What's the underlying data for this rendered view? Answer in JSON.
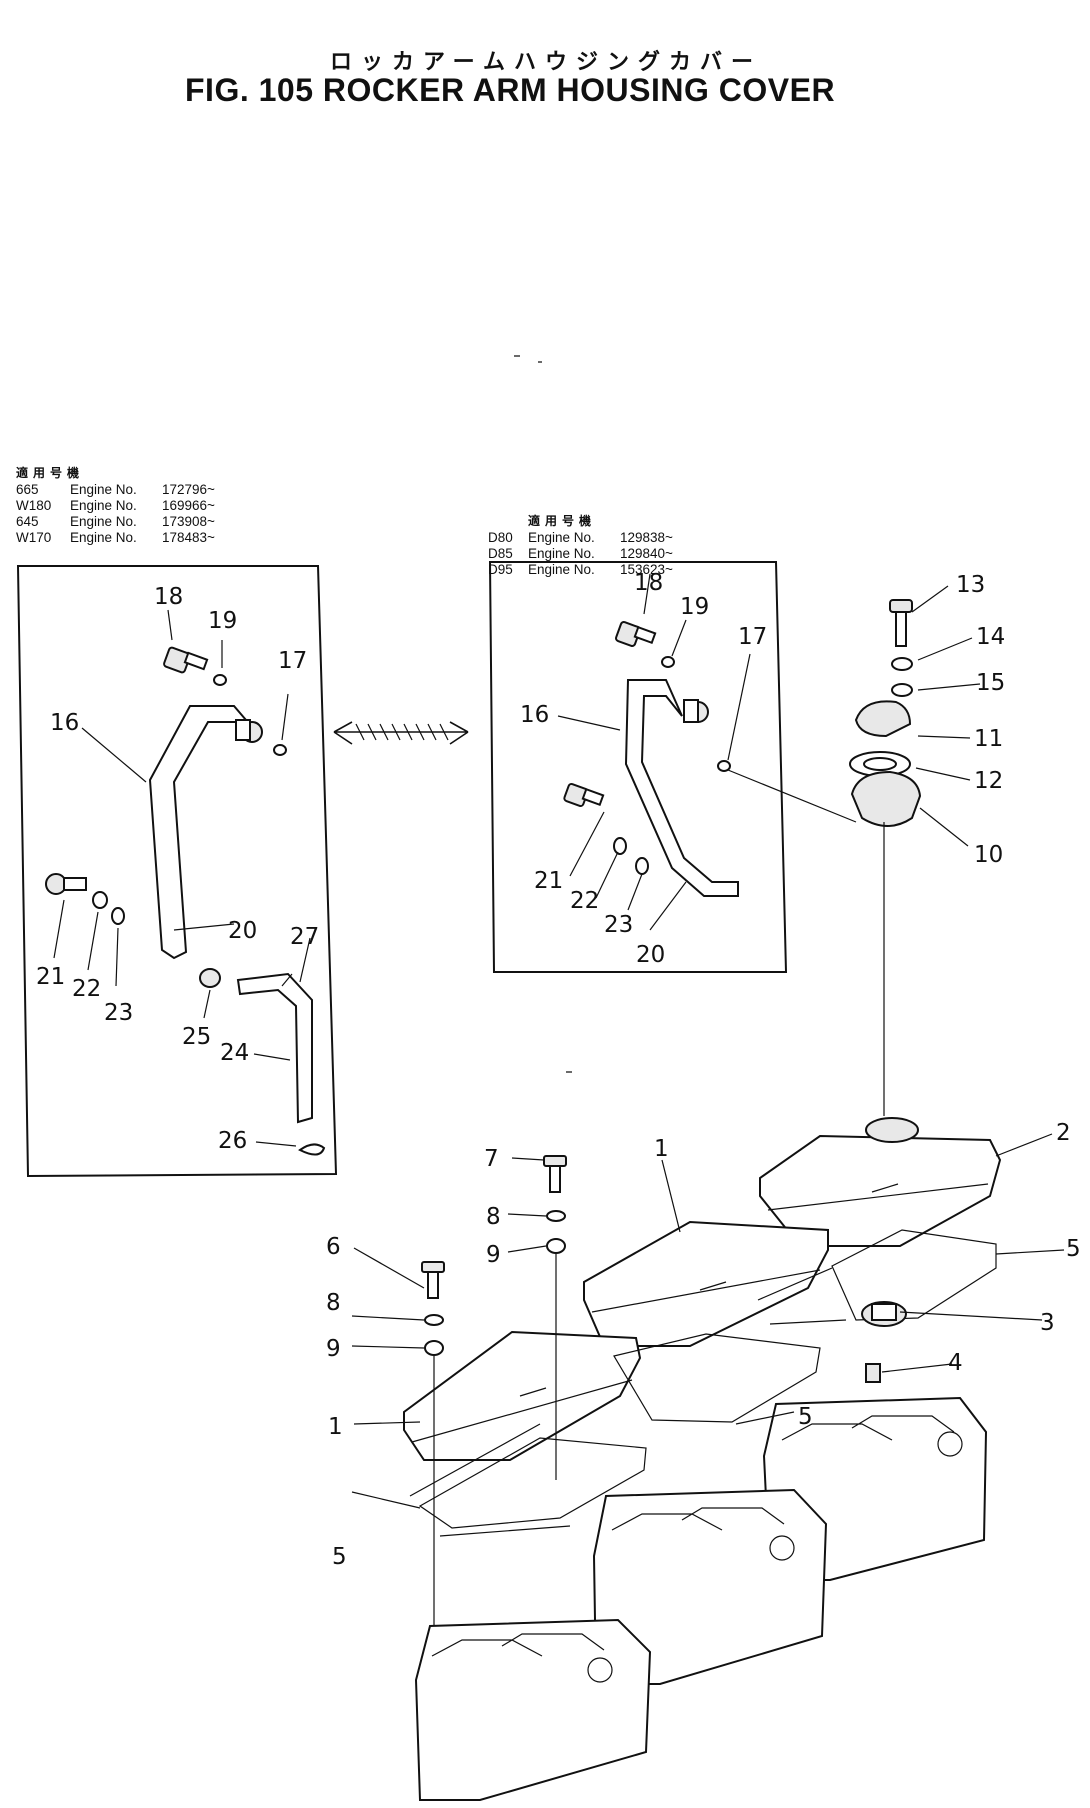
{
  "figure": {
    "title_jp": "ロッカアームハウジングカバー",
    "title": "FIG. 105  ROCKER ARM HOUSING COVER"
  },
  "applicability_left": {
    "header": "適用号機",
    "rows": [
      {
        "model": "665",
        "label": "Engine No.",
        "serial": "172796~"
      },
      {
        "model": "W180",
        "label": "Engine No.",
        "serial": "169966~"
      },
      {
        "model": "645",
        "label": "Engine No.",
        "serial": "173908~"
      },
      {
        "model": "W170",
        "label": "Engine No.",
        "serial": "178483~"
      }
    ]
  },
  "applicability_right": {
    "header": "適用号機",
    "rows": [
      {
        "model": "D80",
        "label": "Engine No.",
        "serial": "129838~"
      },
      {
        "model": "D85",
        "label": "Engine No.",
        "serial": "129840~"
      },
      {
        "model": "D95",
        "label": "Engine No.",
        "serial": "153623~"
      }
    ]
  },
  "callouts": {
    "c1a": "1",
    "c1b": "1",
    "c2": "2",
    "c3": "3",
    "c4": "4",
    "c5a": "5",
    "c5b": "5",
    "c5c": "5",
    "c6": "6",
    "c7": "7",
    "c8a": "8",
    "c8b": "8",
    "c9a": "9",
    "c9b": "9",
    "c10": "10",
    "c11": "11",
    "c12": "12",
    "c13": "13",
    "c14": "14",
    "c15": "15",
    "l16": "16",
    "l17": "17",
    "l18": "18",
    "l19": "19",
    "l20": "20",
    "l21": "21",
    "l22": "22",
    "l23": "23",
    "l24": "24",
    "l25": "25",
    "l26": "26",
    "l27": "27",
    "r16": "16",
    "r17": "17",
    "r18": "18",
    "r19": "19",
    "r20": "20",
    "r21": "21",
    "r22": "22",
    "r23": "23"
  }
}
